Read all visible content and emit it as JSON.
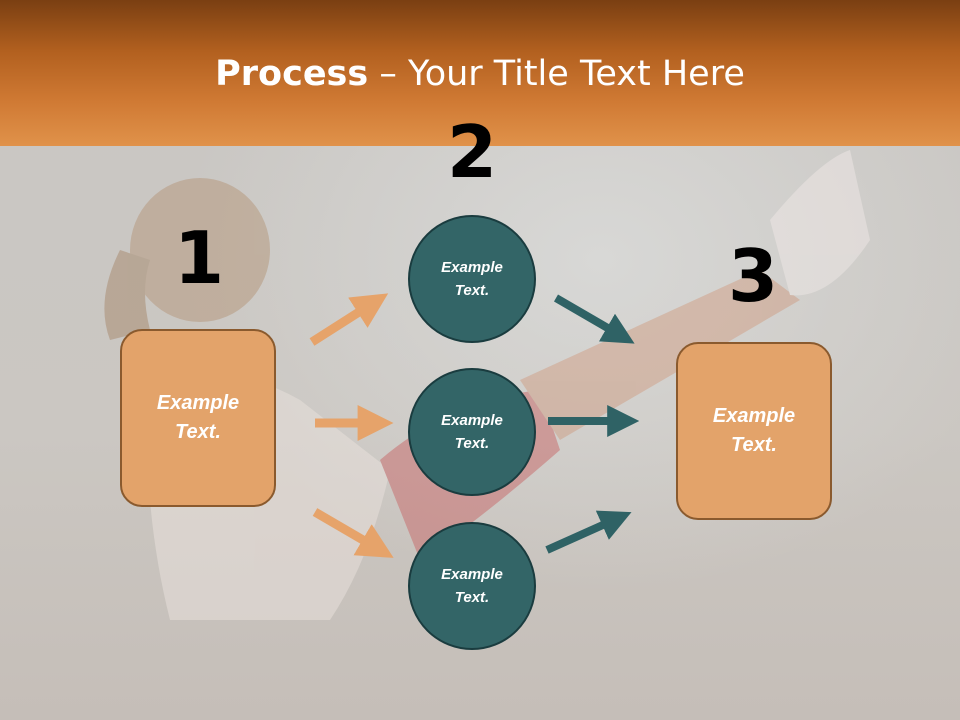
{
  "slide": {
    "title_bold": "Process",
    "title_rest": " – Your Title Text Here"
  },
  "steps": [
    {
      "number": "1",
      "text": "Example Text."
    },
    {
      "number": "2",
      "text": "Example Text."
    },
    {
      "number": "3",
      "text": "Example Text."
    }
  ],
  "circles": [
    {
      "text": "Example Text."
    },
    {
      "text": "Example Text."
    },
    {
      "text": "Example Text."
    }
  ],
  "colors": {
    "header": "#c46f2c",
    "box_fill": "#e3a36a",
    "circle_fill": "#336567",
    "arrow_orange": "#e6a36a",
    "arrow_teal": "#2f6265"
  }
}
